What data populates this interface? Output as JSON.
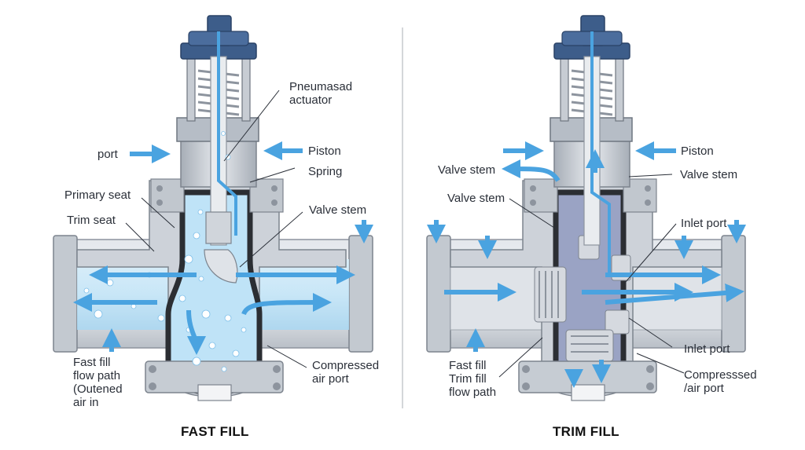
{
  "panels": {
    "fast": {
      "title": "FAST FILL",
      "labels": {
        "pneumatic_actuator": "Pneumasad\nactuator",
        "port": "port",
        "piston": "Piston",
        "spring": "Spring",
        "primary_seat": "Primary seat",
        "trim_seat": "Trim seat",
        "valve_stem": "Valve stem",
        "fast_fill": "Fast fill\nflow path\n(Outened\nair in",
        "compressed_air_port": "Compressed\nair port"
      }
    },
    "trim": {
      "title": "TRIM FILL",
      "labels": {
        "valve_stem_left_upper": "Valve stem",
        "valve_stem_left_lower": "Valve stem",
        "piston": "Piston",
        "valve_stem_right": "Valve stem",
        "inlet_port_upper": "Inlet port",
        "inlet_port_lower": "Inlet port",
        "trim_fill": "Fast fill\nTrim fill\nflow path",
        "compressed_air_port": "Compresssed\n/air port"
      }
    }
  },
  "colors": {
    "steel": "#c9ced6",
    "steel_dark": "#8d949e",
    "gasket": "#2b2e33",
    "cap": "#3d5d8a",
    "flow": "#4aa3e0",
    "water": "#bfe3f7",
    "trim_chamber": "#9aa3c4"
  }
}
